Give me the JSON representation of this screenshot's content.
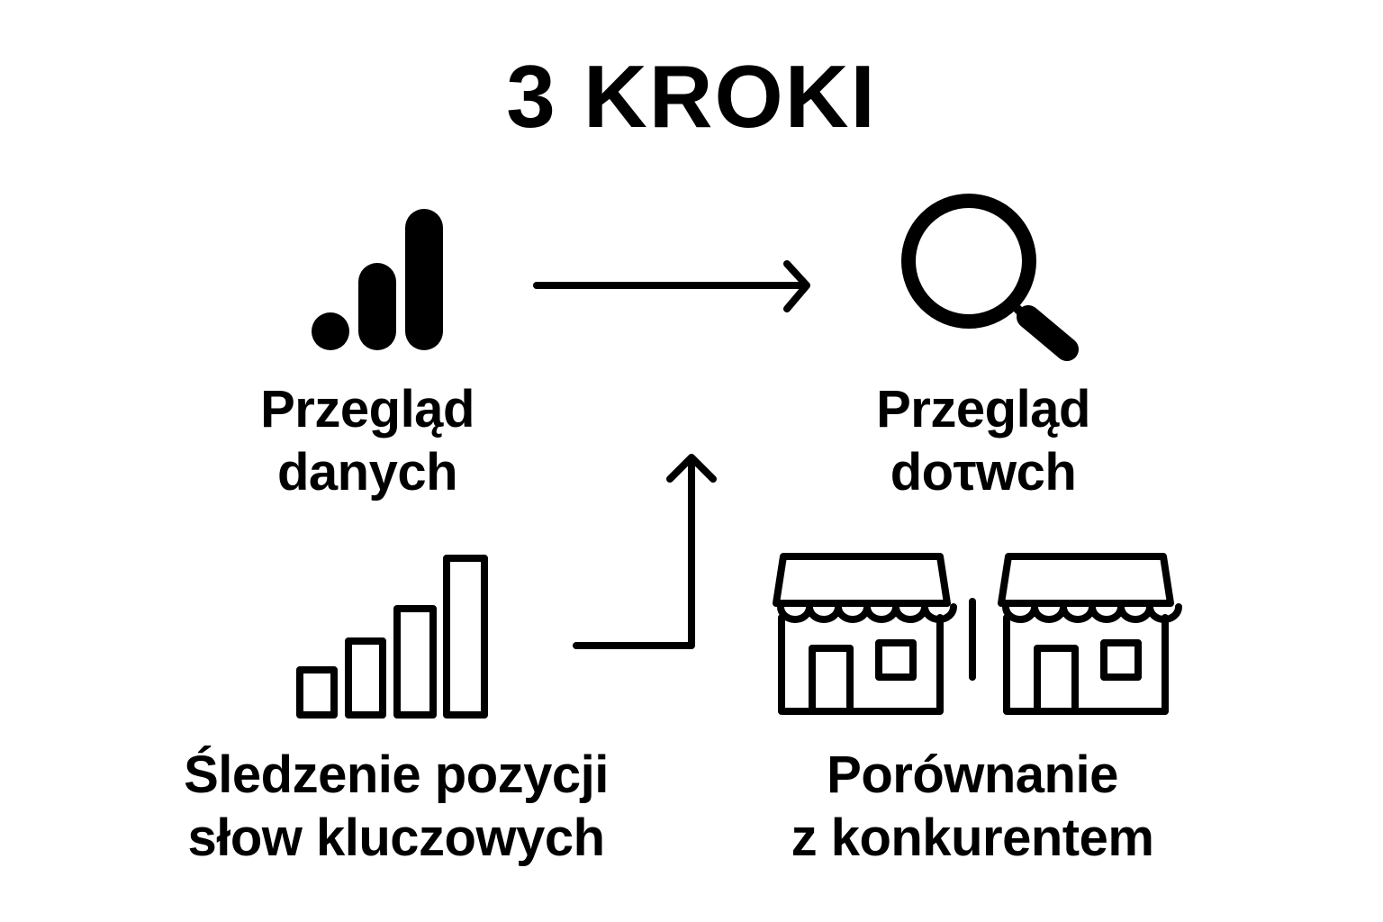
{
  "title": "3 KROKI",
  "steps": [
    {
      "icon": "analytics-bars-icon",
      "line1": "Przegląd",
      "line2": "danych"
    },
    {
      "icon": "magnifier-icon",
      "line1": "Przegląd",
      "line2": "doτwch"
    },
    {
      "icon": "rising-bar-chart-icon",
      "line1": "Śledzenie pozycji",
      "line2": "słow kluczowych"
    },
    {
      "icon": "two-storefronts-icon",
      "line1": "Porównanie",
      "line2": "z konkurentem"
    }
  ],
  "colors": {
    "ink": "#000000",
    "background": "#ffffff"
  }
}
